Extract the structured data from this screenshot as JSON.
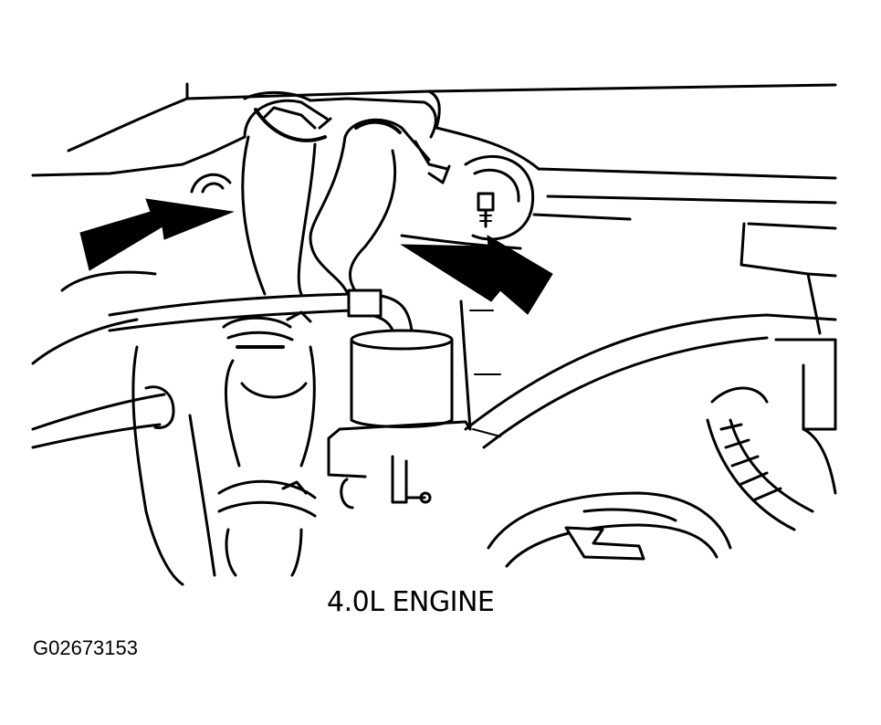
{
  "figure": {
    "caption": "4.0L ENGINE",
    "figure_id": "G02673153"
  },
  "illustration": {
    "subject": "heater hoses at firewall",
    "callouts": [
      "left-arrow",
      "right-arrow"
    ]
  }
}
